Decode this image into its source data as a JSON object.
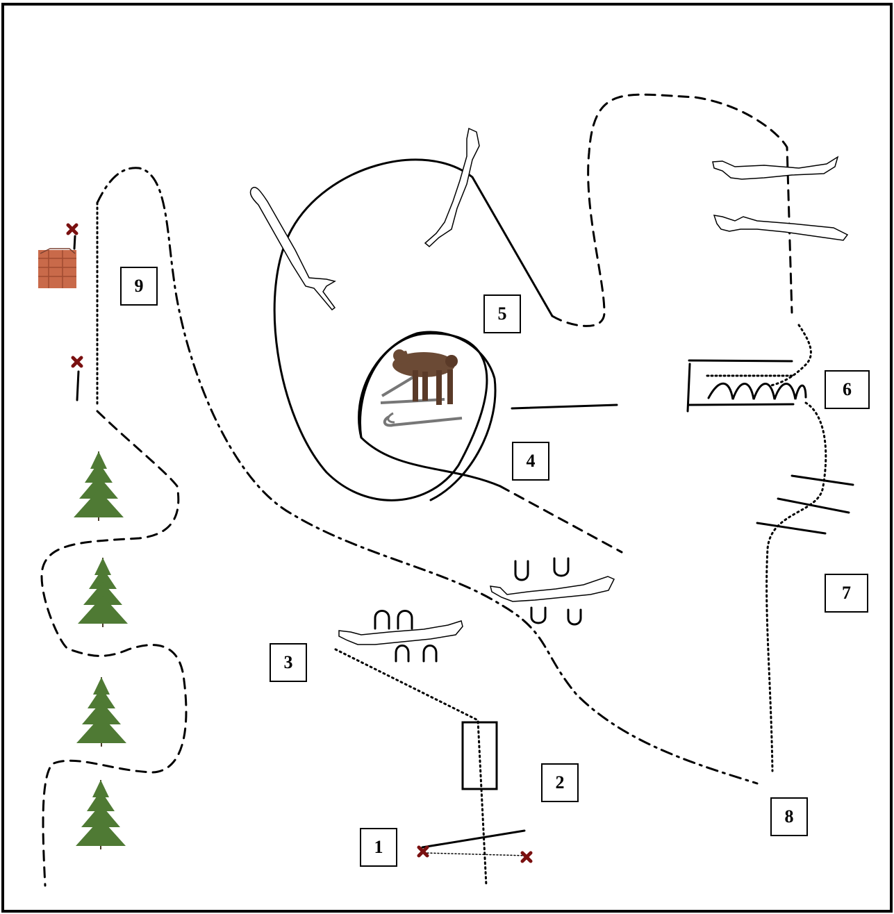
{
  "stations": [
    {
      "id": "station-1",
      "label": "1"
    },
    {
      "id": "station-2",
      "label": "2"
    },
    {
      "id": "station-3",
      "label": "3"
    },
    {
      "id": "station-4",
      "label": "4"
    },
    {
      "id": "station-5",
      "label": "5"
    },
    {
      "id": "station-6",
      "label": "6"
    },
    {
      "id": "station-7",
      "label": "7"
    },
    {
      "id": "station-8",
      "label": "8"
    },
    {
      "id": "station-9",
      "label": "9"
    }
  ],
  "colors": {
    "line": "#000000",
    "x_marker": "#7a1010",
    "horse_brown": "#6b4a35",
    "brick": "#c96a4a",
    "tree_green": "#4f7a34"
  },
  "icons": [
    "x-marker-icon",
    "log-obstacle-icon",
    "tree-icon",
    "horse-icon",
    "woodpile-icon",
    "horseshoe-icon"
  ]
}
